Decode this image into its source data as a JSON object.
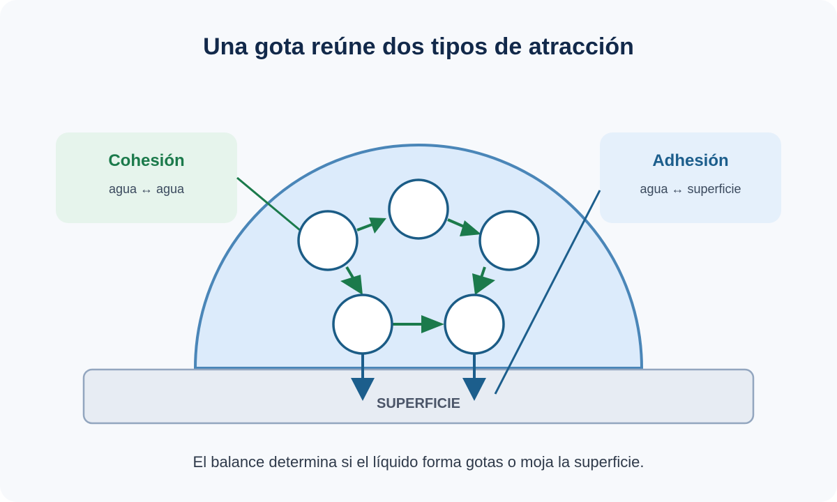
{
  "title": "Una gota reúne dos tipos de atracción",
  "cohesion": {
    "title": "Cohesión",
    "subtitle": "agua ↔ agua"
  },
  "adhesion": {
    "title": "Adhesión",
    "subtitle": "agua ↔ superficie"
  },
  "surface": {
    "label": "SUPERFICIE"
  },
  "caption": "El balance determina si el líquido forma gotas o moja la superficie.",
  "colors": {
    "cohesion_accent": "#1b7a4b",
    "adhesion_accent": "#1c5e8c",
    "drop_fill": "#dcebfb",
    "drop_stroke": "#4a86b8"
  }
}
